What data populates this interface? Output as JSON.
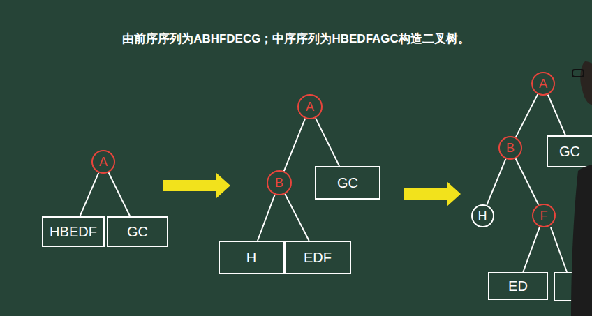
{
  "diagram": {
    "title": "由前序序列为ABHFDECG；中序序列为HBEDFAGC构造二叉树。",
    "nodes": [
      {
        "text": [
          "A"
        ]
      },
      {
        "text": [
          "HBEDF"
        ]
      },
      {
        "text": [
          "GC"
        ]
      },
      {
        "text": [
          "A"
        ]
      },
      {
        "text": [
          "B"
        ]
      },
      {
        "text": [
          "GC"
        ]
      },
      {
        "text": [
          "H"
        ]
      },
      {
        "text": [
          "EDF"
        ]
      },
      {
        "text": [
          "A"
        ]
      },
      {
        "text": [
          "B"
        ]
      },
      {
        "text": [
          "GC"
        ]
      },
      {
        "text": [
          "H"
        ]
      },
      {
        "text": [
          "F"
        ]
      },
      {
        "text": [
          "ED"
        ]
      }
    ],
    "edges": [
      {
        "from": 0,
        "to": 1,
        "arrow": "none"
      },
      {
        "from": 0,
        "to": 2,
        "arrow": "none"
      },
      {
        "from": 3,
        "to": 4,
        "arrow": "none"
      },
      {
        "from": 3,
        "to": 5,
        "arrow": "none"
      },
      {
        "from": 4,
        "to": 6,
        "arrow": "none"
      },
      {
        "from": 4,
        "to": 7,
        "arrow": "none"
      },
      {
        "from": 8,
        "to": 9,
        "arrow": "none"
      },
      {
        "from": 8,
        "to": 10,
        "arrow": "none"
      },
      {
        "from": 9,
        "to": 11,
        "arrow": "none"
      },
      {
        "from": 9,
        "to": 12,
        "arrow": "none"
      },
      {
        "from": 12,
        "to": 13,
        "arrow": "none"
      }
    ]
  }
}
